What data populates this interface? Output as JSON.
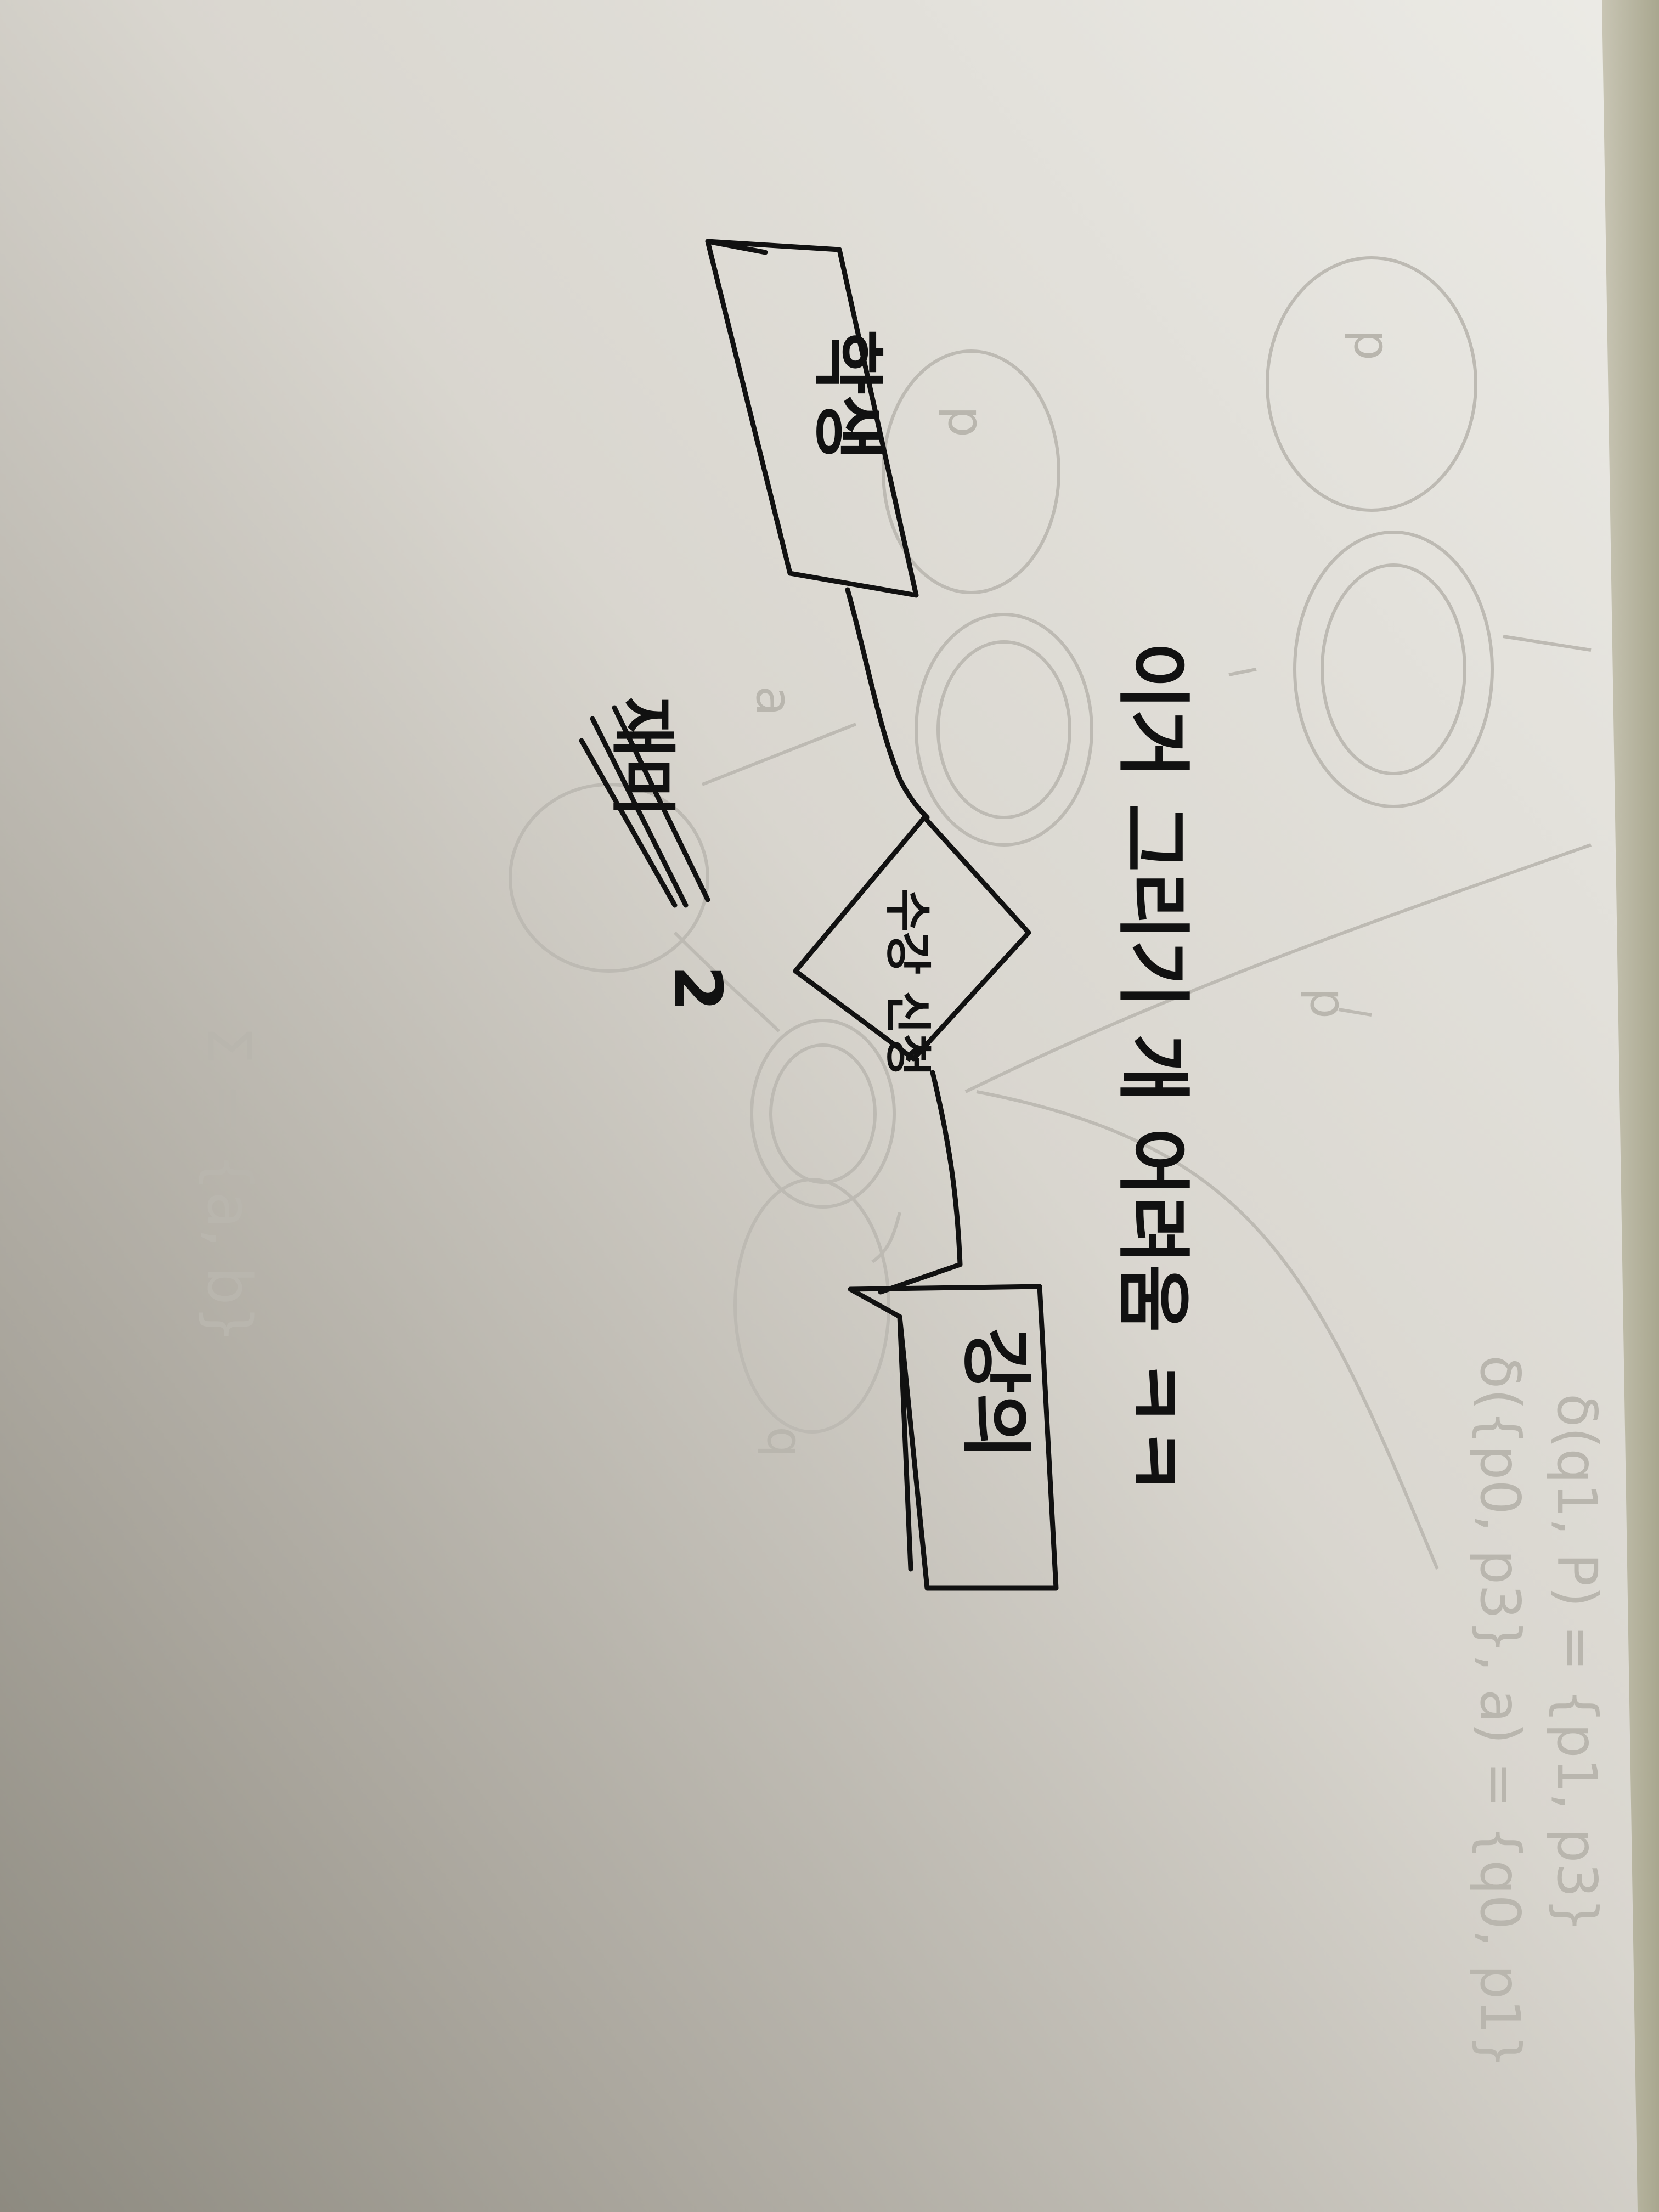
{
  "diagram": {
    "entities": [
      {
        "id": "student",
        "label": "학생"
      },
      {
        "id": "lecture",
        "label": "강의"
      }
    ],
    "relationship": {
      "id": "enroll",
      "label": "수강 신청"
    },
    "caption": "이거 그리기 개 어려움 ㅋㅋ",
    "scratch_note": "재미",
    "scratch_number": "2"
  },
  "show_through_notes": {
    "formula_line_1": "Σ = {a, b}",
    "formula_line_2": "δ(q1, P) = {p1, p3}",
    "formula_line_3": "δ({p0, p3}, a) = {q0, p1}"
  },
  "colors": {
    "paper": "#e6e3dc",
    "ink": "#111111",
    "pencil_ghost": "#bdbab3",
    "desk_shadow": "#8c887d"
  }
}
